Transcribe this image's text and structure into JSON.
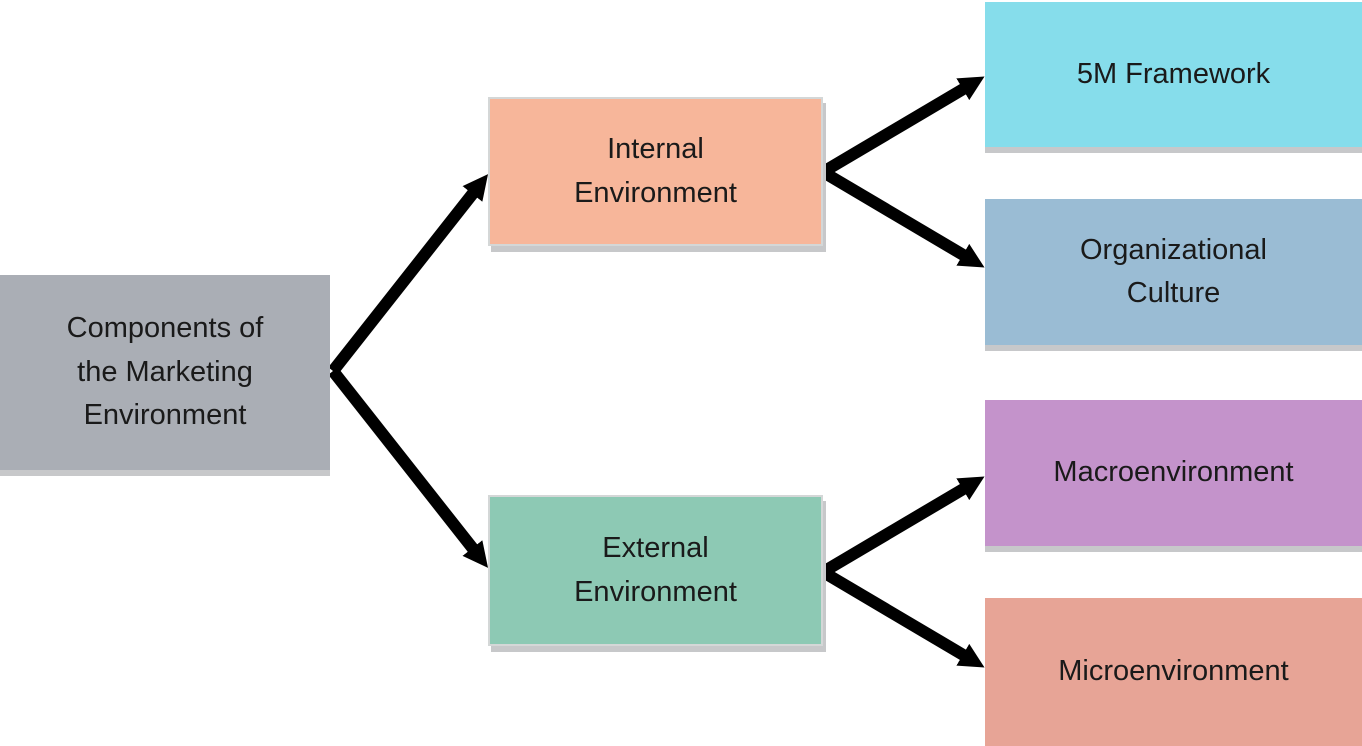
{
  "diagram": {
    "nodes": {
      "root": {
        "label": "Components of\nthe Marketing\nEnvironment",
        "bg": "#aaaeb5"
      },
      "internal": {
        "label": "Internal\nEnvironment",
        "bg": "#f7b69a"
      },
      "external": {
        "label": "External\nEnvironment",
        "bg": "#8dc9b4"
      },
      "five_m": {
        "label": "5M Framework",
        "bg": "#86ddeb"
      },
      "org_culture": {
        "label": "Organizational\nCulture",
        "bg": "#9abcd4"
      },
      "macro": {
        "label": "Macroenvironment",
        "bg": "#c493cb"
      },
      "micro": {
        "label": "Microenvironment",
        "bg": "#e7a496"
      }
    },
    "edges": [
      {
        "from": "root",
        "to": "internal"
      },
      {
        "from": "root",
        "to": "external"
      },
      {
        "from": "internal",
        "to": "five_m"
      },
      {
        "from": "internal",
        "to": "org_culture"
      },
      {
        "from": "external",
        "to": "macro"
      },
      {
        "from": "external",
        "to": "micro"
      }
    ],
    "connector": {
      "color": "#000000"
    },
    "text_color": "#1a1a1a"
  }
}
